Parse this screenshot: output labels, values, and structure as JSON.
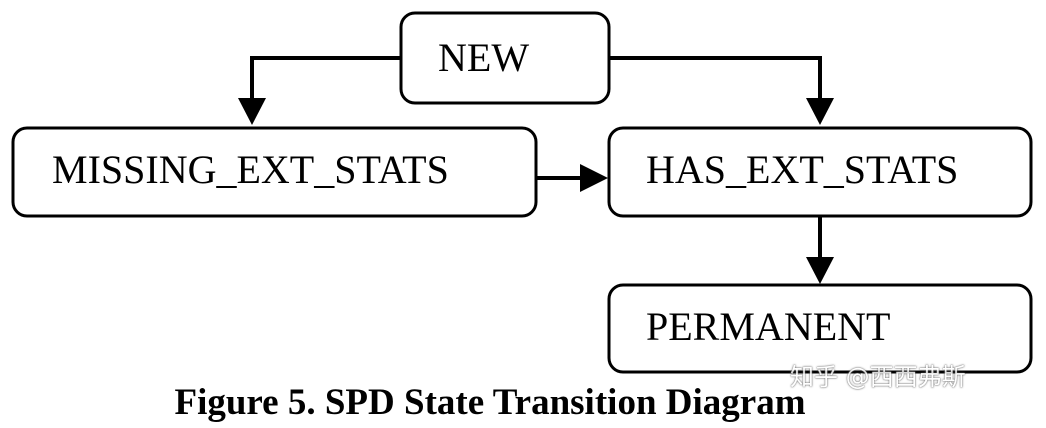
{
  "diagram": {
    "nodes": [
      {
        "id": "new",
        "label": "NEW"
      },
      {
        "id": "missing",
        "label": "MISSING_EXT_STATS"
      },
      {
        "id": "has",
        "label": "HAS_EXT_STATS"
      },
      {
        "id": "permanent",
        "label": "PERMANENT"
      }
    ],
    "edges": [
      {
        "from": "new",
        "to": "missing"
      },
      {
        "from": "new",
        "to": "has"
      },
      {
        "from": "missing",
        "to": "has"
      },
      {
        "from": "has",
        "to": "permanent"
      }
    ]
  },
  "caption": "Figure 5. SPD State Transition Diagram",
  "watermark": "知乎 @西西弗斯",
  "colors": {
    "stroke": "#000000",
    "background": "#ffffff"
  }
}
